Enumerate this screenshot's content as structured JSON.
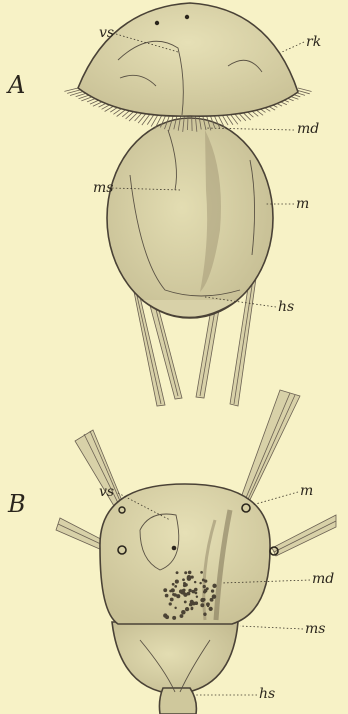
{
  "figure": {
    "panel_a": {
      "letter": "A",
      "labels": {
        "vs": "vs",
        "rk": "rk",
        "md": "md",
        "ms": "ms",
        "m": "m",
        "hs": "hs"
      }
    },
    "panel_b": {
      "letter": "B",
      "labels": {
        "vs": "vs",
        "m": "m",
        "md": "md",
        "ms": "ms",
        "hs": "hs"
      }
    }
  },
  "colors": {
    "background": "#f7f2c6",
    "body": "#dcd6a8",
    "shade": "#9a8f6f",
    "ink": "#2a251c"
  }
}
